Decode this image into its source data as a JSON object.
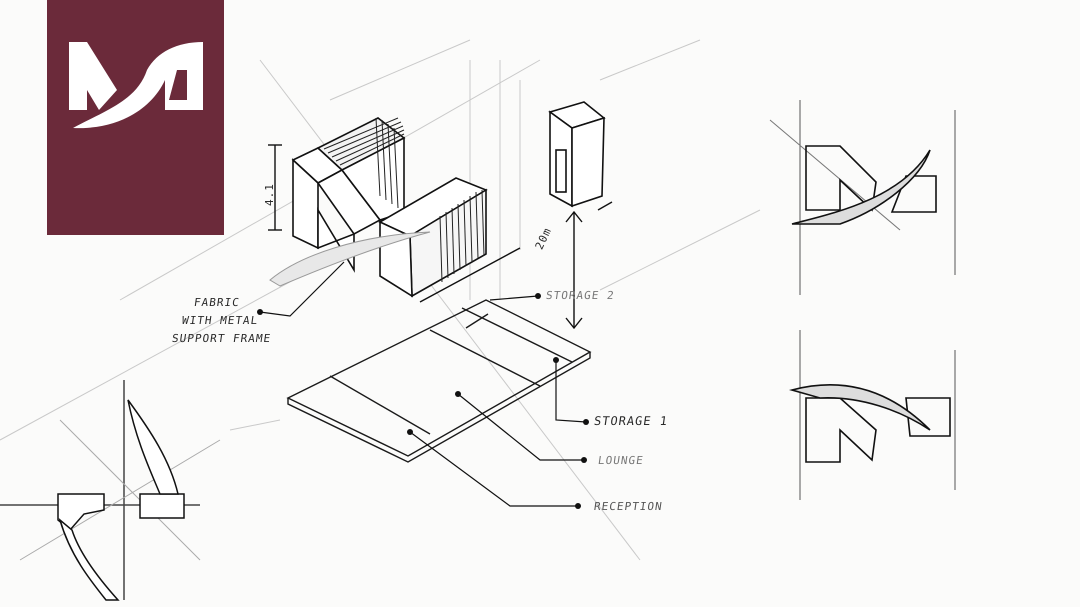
{
  "logo": {
    "background_color": "#6b2a3a",
    "glyph_color": "#ffffff",
    "text": "M"
  },
  "labels": {
    "fabric_line1": "FABRIC",
    "fabric_line2": "WITH METAL",
    "fabric_line3": "SUPPORT FRAME",
    "dimension_height": "4.1",
    "dimension_depth": "20m",
    "storage_2": "STORAGE 2",
    "storage_1": "STORAGE 1",
    "lounge": "LOUNGE",
    "reception": "RECEPTION"
  },
  "colors": {
    "pencil": "#1a1a1a",
    "light_pencil": "#9a9a9a",
    "paper": "#fbfbfa"
  }
}
